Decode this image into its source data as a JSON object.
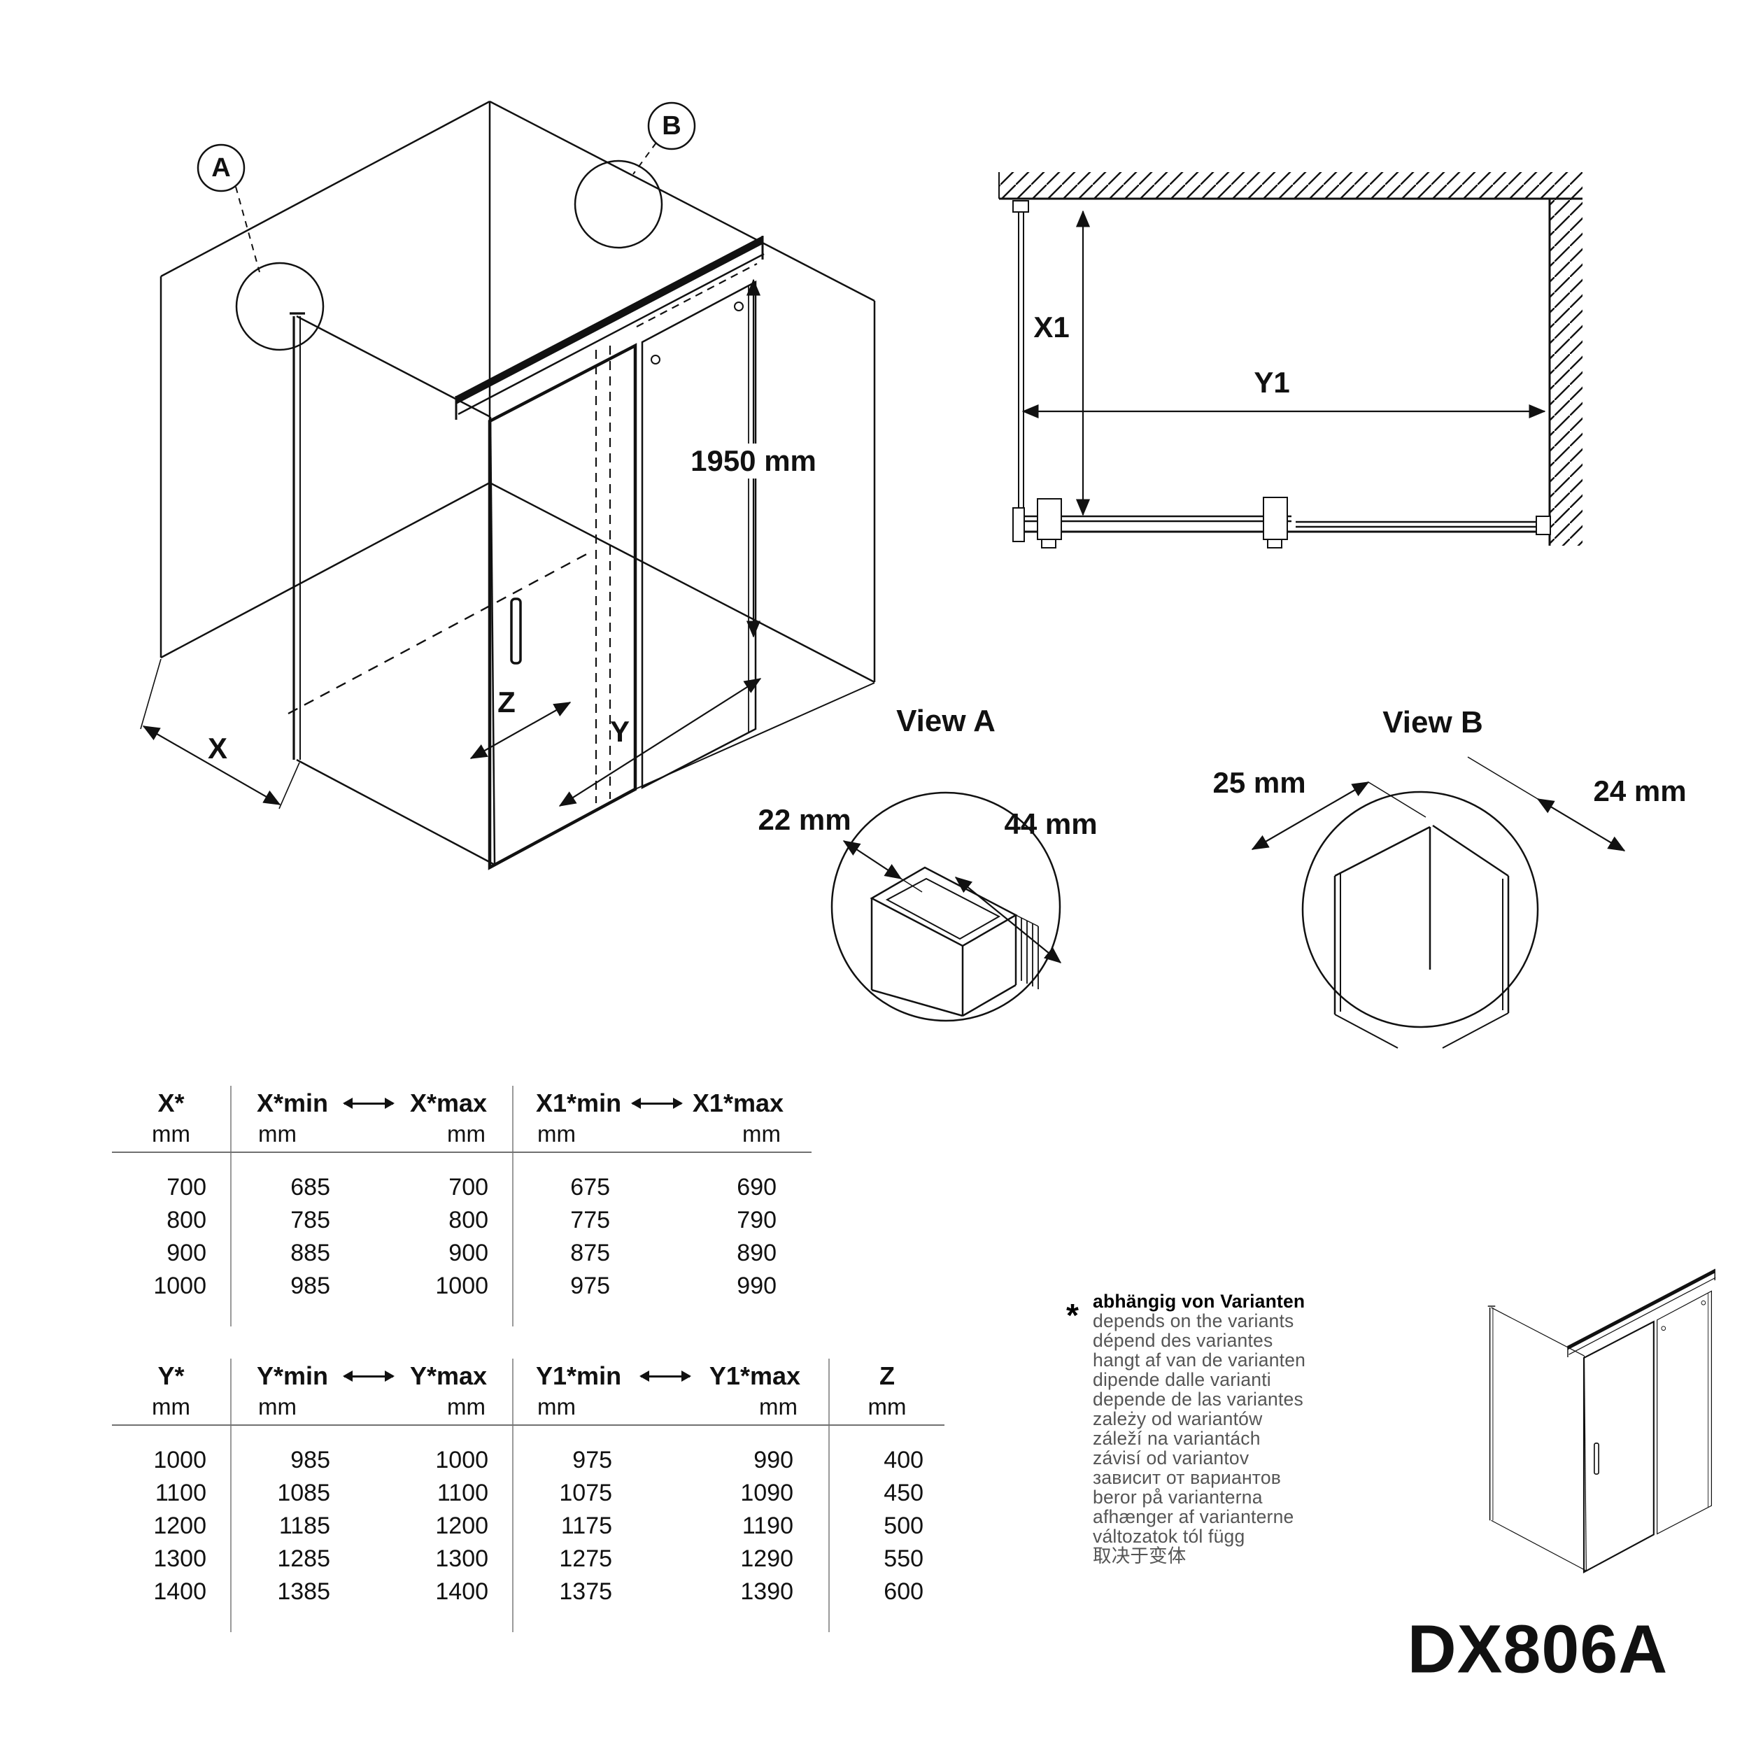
{
  "product_code": "DX806A",
  "isometric": {
    "callout_a": "A",
    "callout_b": "B",
    "height_dim": "1950 mm",
    "dim_x": "X",
    "dim_y": "Y",
    "dim_z": "Z"
  },
  "top_view": {
    "dim_x1": "X1",
    "dim_y1": "Y1"
  },
  "view_a": {
    "title": "View A",
    "dim_left": "22 mm",
    "dim_right": "44 mm"
  },
  "view_b": {
    "title": "View B",
    "dim_left": "25 mm",
    "dim_right": "24 mm"
  },
  "table_x": {
    "col1_header": "X*",
    "col2_header": "X*min",
    "col3_header": "X*max",
    "col4_header": "X1*min",
    "col5_header": "X1*max",
    "unit": "mm",
    "rows": [
      [
        "700",
        "685",
        "700",
        "675",
        "690"
      ],
      [
        "800",
        "785",
        "800",
        "775",
        "790"
      ],
      [
        "900",
        "885",
        "900",
        "875",
        "890"
      ],
      [
        "1000",
        "985",
        "1000",
        "975",
        "990"
      ]
    ]
  },
  "table_y": {
    "col1_header": "Y*",
    "col2_header": "Y*min",
    "col3_header": "Y*max",
    "col4_header": "Y1*min",
    "col5_header": "Y1*max",
    "col6_header": "Z",
    "unit": "mm",
    "rows": [
      [
        "1000",
        "985",
        "1000",
        "975",
        "990",
        "400"
      ],
      [
        "1100",
        "1085",
        "1100",
        "1075",
        "1090",
        "450"
      ],
      [
        "1200",
        "1185",
        "1200",
        "1175",
        "1190",
        "500"
      ],
      [
        "1300",
        "1285",
        "1300",
        "1275",
        "1290",
        "550"
      ],
      [
        "1400",
        "1385",
        "1400",
        "1375",
        "1390",
        "600"
      ]
    ]
  },
  "footnote": {
    "marker": "*",
    "lines": [
      "abhängig von Varianten",
      "depends on the variants",
      "dépend des variantes",
      "hangt af van de varianten",
      "dipende dalle varianti",
      "depende de las variantes",
      "zależy od wariantów",
      "záleží na variantách",
      "závisí od variantov",
      "зависит от вариантов",
      "beror på varianterna",
      "afhænger af varianterne",
      "változatok tól függ",
      "取决于变体"
    ]
  }
}
